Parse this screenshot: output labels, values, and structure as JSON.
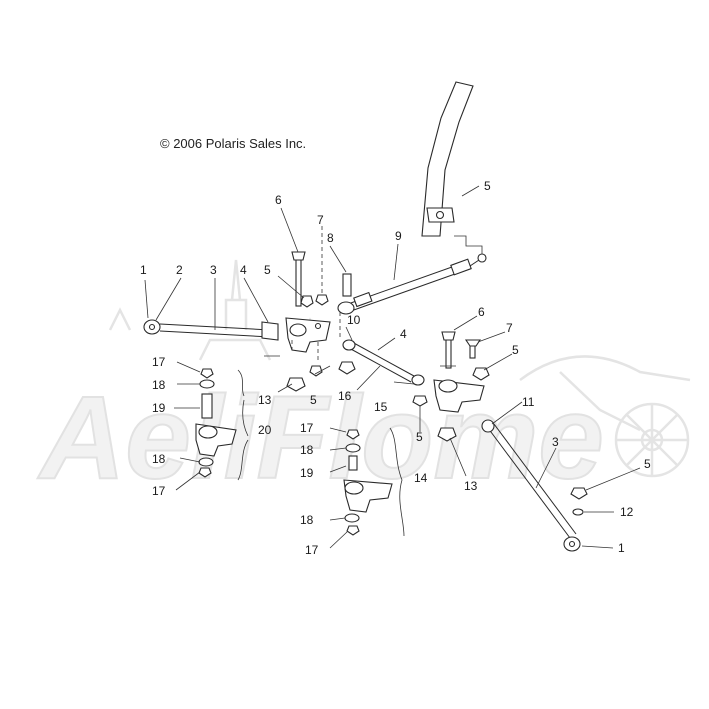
{
  "copyright": "© 2006 Polaris Sales Inc.",
  "watermark": "AeliFlome",
  "callouts": [
    {
      "id": "c-1a",
      "text": "1"
    },
    {
      "id": "c-2",
      "text": "2"
    },
    {
      "id": "c-3a",
      "text": "3"
    },
    {
      "id": "c-4a",
      "text": "4"
    },
    {
      "id": "c-6a",
      "text": "6"
    },
    {
      "id": "c-7a",
      "text": "7"
    },
    {
      "id": "c-8",
      "text": "8"
    },
    {
      "id": "c-9",
      "text": "9"
    },
    {
      "id": "c-5a",
      "text": "5"
    },
    {
      "id": "c-5b",
      "text": "5"
    },
    {
      "id": "c-10",
      "text": "10"
    },
    {
      "id": "c-4b",
      "text": "4"
    },
    {
      "id": "c-6b",
      "text": "6"
    },
    {
      "id": "c-7b",
      "text": "7"
    },
    {
      "id": "c-5c",
      "text": "5"
    },
    {
      "id": "c-17a",
      "text": "17"
    },
    {
      "id": "c-18a",
      "text": "18"
    },
    {
      "id": "c-19a",
      "text": "19"
    },
    {
      "id": "c-13a",
      "text": "13"
    },
    {
      "id": "c-5d",
      "text": "5"
    },
    {
      "id": "c-16",
      "text": "16"
    },
    {
      "id": "c-15",
      "text": "15"
    },
    {
      "id": "c-11",
      "text": "11"
    },
    {
      "id": "c-20",
      "text": "20"
    },
    {
      "id": "c-18b",
      "text": "18"
    },
    {
      "id": "c-17b",
      "text": "17"
    },
    {
      "id": "c-17c",
      "text": "17"
    },
    {
      "id": "c-18c",
      "text": "18"
    },
    {
      "id": "c-19b",
      "text": "19"
    },
    {
      "id": "c-5e",
      "text": "5"
    },
    {
      "id": "c-13b",
      "text": "13"
    },
    {
      "id": "c-3b",
      "text": "3"
    },
    {
      "id": "c-14",
      "text": "14"
    },
    {
      "id": "c-18d",
      "text": "18"
    },
    {
      "id": "c-17d",
      "text": "17"
    },
    {
      "id": "c-5f",
      "text": "5"
    },
    {
      "id": "c-12",
      "text": "12"
    },
    {
      "id": "c-1b",
      "text": "1"
    }
  ]
}
